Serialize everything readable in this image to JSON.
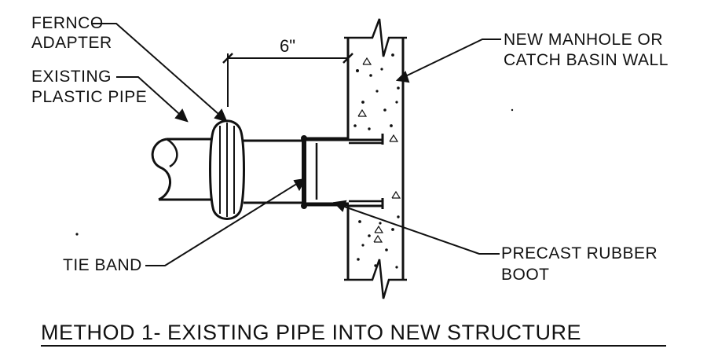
{
  "labels": {
    "fernco_line1": "FERNCO",
    "fernco_line2": "ADAPTER",
    "existing_line1": "EXISTING",
    "existing_line2": "PLASTIC PIPE",
    "wall_line1": "NEW MANHOLE OR",
    "wall_line2": "CATCH BASIN WALL",
    "tie_band": "TIE BAND",
    "boot_line1": "PRECAST RUBBER",
    "boot_line2": "BOOT"
  },
  "dimension": {
    "value": "6\""
  },
  "title": "METHOD 1- EXISTING PIPE INTO NEW STRUCTURE",
  "colors": {
    "ink": "#111111",
    "background": "#ffffff"
  }
}
